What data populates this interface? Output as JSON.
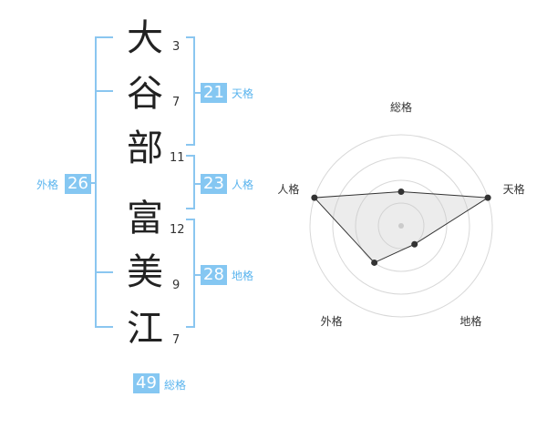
{
  "name": {
    "characters": [
      {
        "char": "大",
        "strokes": "3"
      },
      {
        "char": "谷",
        "strokes": "7"
      },
      {
        "char": "部",
        "strokes": "11"
      },
      {
        "char": "富",
        "strokes": "12"
      },
      {
        "char": "美",
        "strokes": "9"
      },
      {
        "char": "江",
        "strokes": "7"
      }
    ]
  },
  "fortunes": {
    "tenkaku": {
      "label": "天格",
      "value": "21"
    },
    "jinkaku": {
      "label": "人格",
      "value": "23"
    },
    "chikaku": {
      "label": "地格",
      "value": "28"
    },
    "gaikaku": {
      "label": "外格",
      "value": "26"
    },
    "soukaku": {
      "label": "総格",
      "value": "49"
    }
  },
  "colors": {
    "accent": "#85c7f2",
    "accent_text": "#5ab4ee"
  },
  "chart_data": {
    "type": "radar",
    "axes": [
      "総格",
      "天格",
      "地格",
      "外格",
      "人格"
    ],
    "values": [
      1.5,
      4,
      1,
      2,
      4
    ],
    "rmax": 4,
    "rings": 4
  }
}
